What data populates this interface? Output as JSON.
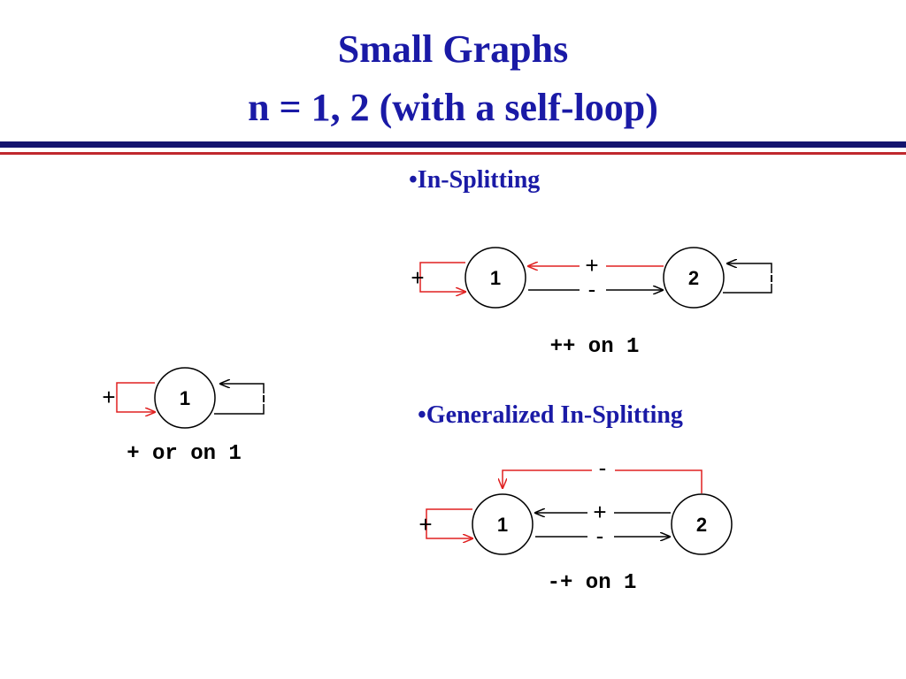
{
  "title": {
    "line1": "Small Graphs",
    "line2": "n = 1, 2 (with a self-loop)"
  },
  "colors": {
    "title": "#1a1aa6",
    "rule_blue": "#14146e",
    "rule_red": "#c0282d",
    "red_arrow": "#e02020",
    "black": "#000000"
  },
  "bullets": {
    "in_splitting": "•In-Splitting",
    "generalized": "•Generalized In-Splitting"
  },
  "graph_single": {
    "node": "1",
    "sign_in": "+",
    "caption": "+ or on 1"
  },
  "graph_in_split": {
    "node1": "1",
    "node2": "2",
    "sign_left": "+",
    "sign_top": "+",
    "sign_bottom": "-",
    "caption": "++ on 1"
  },
  "graph_gen_split": {
    "node1": "1",
    "node2": "2",
    "sign_left": "+",
    "sign_top_loop": "-",
    "sign_top": "+",
    "sign_bottom": "-",
    "caption": "-+ on 1"
  }
}
